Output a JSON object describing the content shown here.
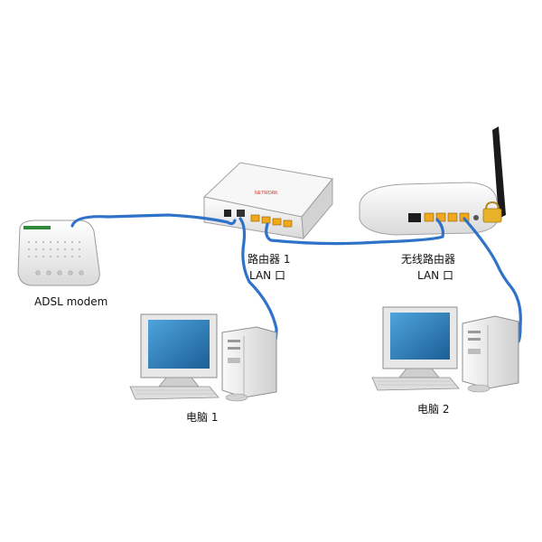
{
  "labels": {
    "modem": "ADSL modem",
    "router1": "路由器 1",
    "router1_port": "LAN 口",
    "router2": "无线路由器",
    "router2_port": "LAN 口",
    "pc1": "电脑 1",
    "pc2": "电脑 2"
  },
  "colors": {
    "cable": "#2f73c9",
    "lan_port": "#f2a81d",
    "device_body": "#f1f1f1",
    "monitor_screen": "#2b77b3",
    "antenna": "#1a1a1a",
    "lock": "#e8b22a"
  },
  "icons": [
    "adsl-modem-icon",
    "wired-router-icon",
    "wireless-router-icon",
    "antenna-icon",
    "lock-icon",
    "desktop-computer-icon"
  ]
}
